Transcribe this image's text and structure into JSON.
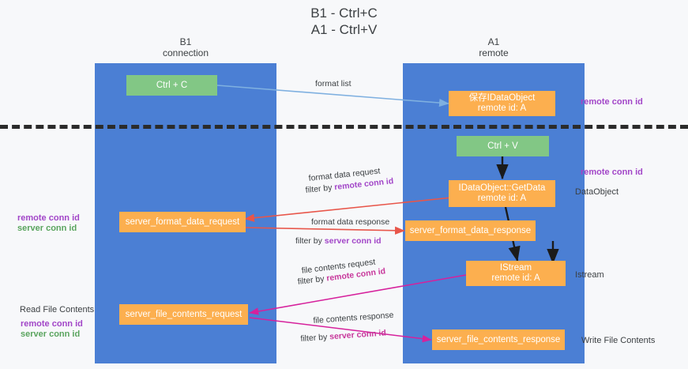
{
  "title": "B1 - Ctrl+C\nA1 - Ctrl+V",
  "colors": {
    "lane": "#4b7fd4",
    "green_node": "#82c785",
    "orange_node": "#fcaf4f",
    "purple_text": "#a246c8",
    "green_text": "#5aa45e",
    "pink_arrow": "#d6219c",
    "red_arrow": "#e8564a",
    "blue_arrow": "#7fb0e0",
    "background": "#f7f8fa",
    "separator": "#2b2b2b"
  },
  "lanes": [
    {
      "id": "b1",
      "title": "B1\nconnection"
    },
    {
      "id": "a1",
      "title": "A1\nremote"
    }
  ],
  "nodes": [
    {
      "id": "ctrl-c",
      "label": "Ctrl + C",
      "style": "green"
    },
    {
      "id": "save-idataobject",
      "label": "保存IDataObject\nremote id: A",
      "style": "orange"
    },
    {
      "id": "ctrl-v",
      "label": "Ctrl + V",
      "style": "green"
    },
    {
      "id": "idataobject-getdata",
      "label": "IDataObject::GetData\nremote id: A",
      "style": "orange"
    },
    {
      "id": "server-format-data-request",
      "label": "server_format_data_request",
      "style": "orange"
    },
    {
      "id": "server-format-data-response",
      "label": "server_format_data_response",
      "style": "orange"
    },
    {
      "id": "istream",
      "label": "IStream\nremote id: A",
      "style": "orange"
    },
    {
      "id": "server-file-contents-request",
      "label": "server_file_contents_request",
      "style": "orange"
    },
    {
      "id": "server-file-contents-response",
      "label": "server_file_contents_response",
      "style": "orange"
    }
  ],
  "flows": [
    {
      "id": "format-list",
      "line1": "format list",
      "line2": "",
      "filter_prefix": "",
      "filter_key": ""
    },
    {
      "id": "format-data-request",
      "line1": "format data request",
      "filter_prefix": "filter by ",
      "filter_key": "remote conn id"
    },
    {
      "id": "format-data-response",
      "line1": "format data response",
      "filter_prefix": "filter by ",
      "filter_key": "server conn id"
    },
    {
      "id": "file-contents-request",
      "line1": "file contents request",
      "filter_prefix": "filter by ",
      "filter_key": "remote conn id"
    },
    {
      "id": "file-contents-response",
      "line1": "file contents response",
      "filter_prefix": "filter by ",
      "filter_key": "server conn id"
    }
  ],
  "annotations": {
    "right_remote_conn_id_top": "remote conn id",
    "right_remote_conn_id_mid": "remote conn id",
    "right_dataobject": "DataObject",
    "right_istream": "Istream",
    "right_write_file_contents": "Write File Contents",
    "left_remote_conn_id_1": "remote conn id",
    "left_server_conn_id_1": "server conn id",
    "left_read_file_contents": "Read File Contents",
    "left_remote_conn_id_2": "remote conn id",
    "left_server_conn_id_2": "server conn id"
  }
}
